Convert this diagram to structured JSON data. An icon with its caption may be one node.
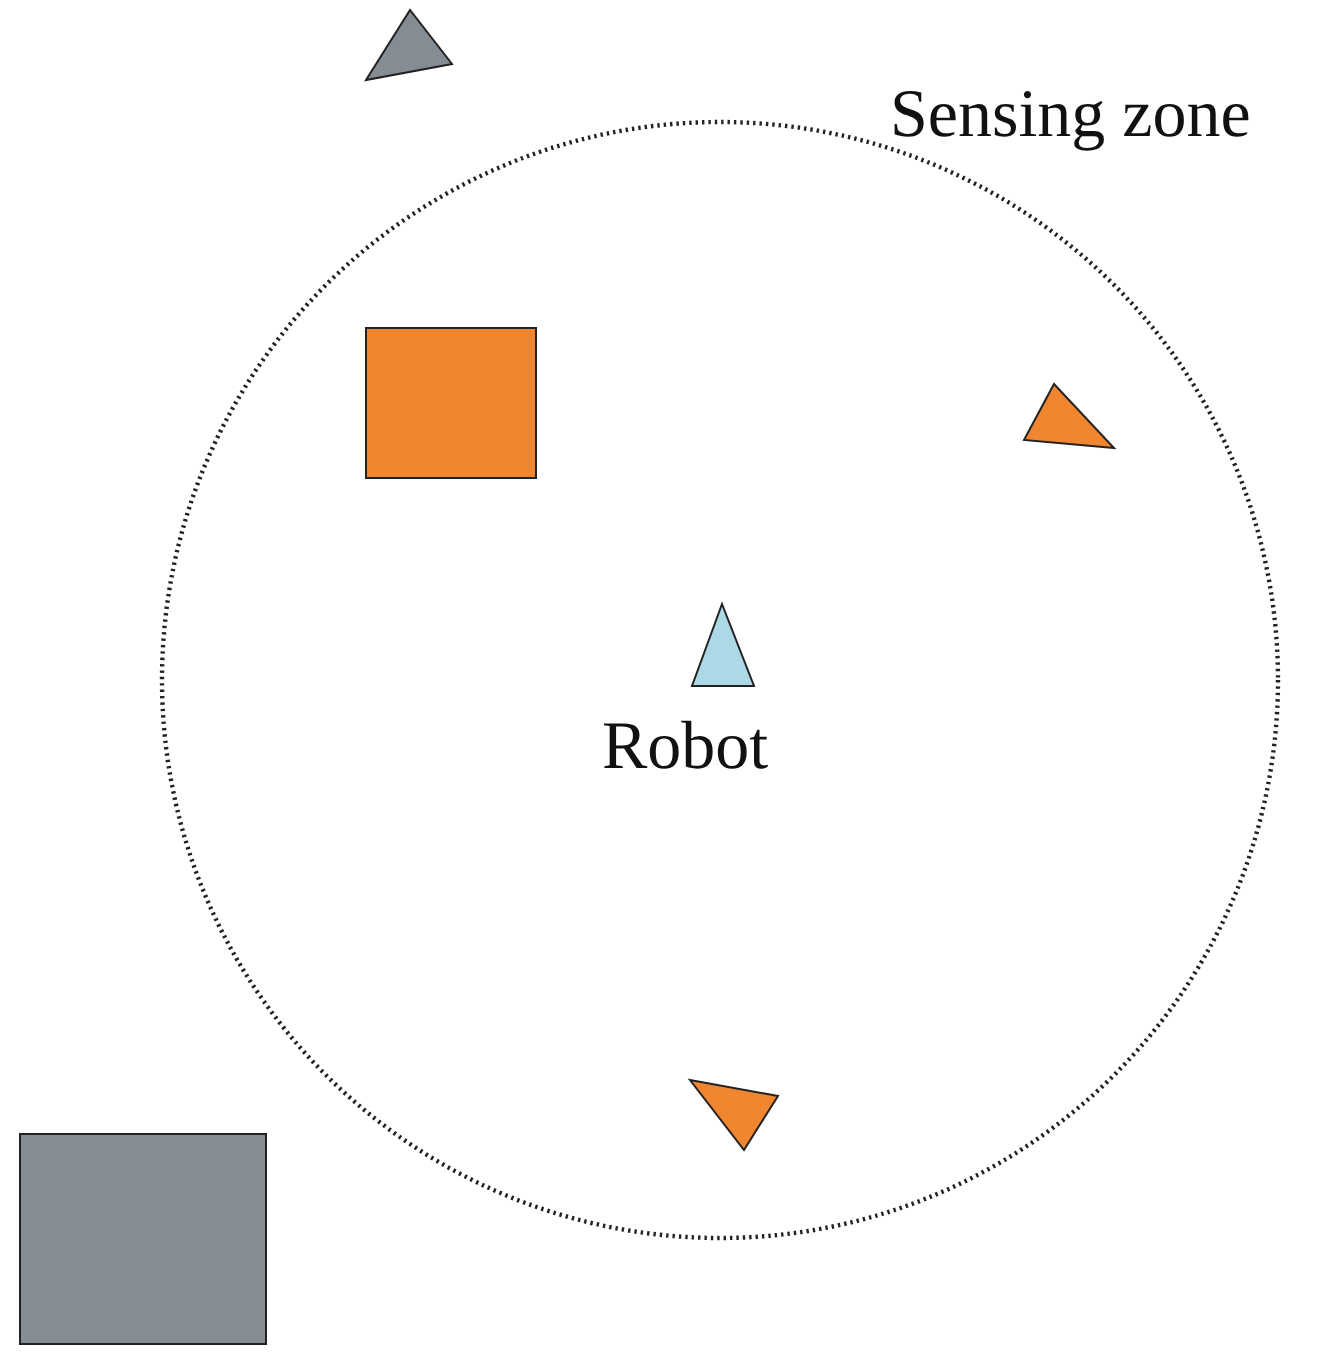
{
  "diagram": {
    "nodes": [
      {
        "text": [],
        "shape": "triangle"
      },
      {
        "text": [
          "Sensing zone"
        ]
      },
      {
        "text": [],
        "shape": "box",
        "in": 1
      },
      {
        "text": [],
        "shape": "triangle",
        "in": 1
      },
      {
        "text": [
          "Robot"
        ],
        "in": 1
      },
      {
        "text": [],
        "shape": "triangle",
        "in": 1
      },
      {
        "text": [],
        "shape": "box"
      }
    ]
  }
}
